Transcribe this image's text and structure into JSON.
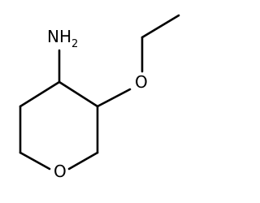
{
  "atoms": {
    "amine_main": "NH",
    "amine_subscript": "2",
    "ether_oxygen": "O",
    "ring_oxygen": "O"
  }
}
